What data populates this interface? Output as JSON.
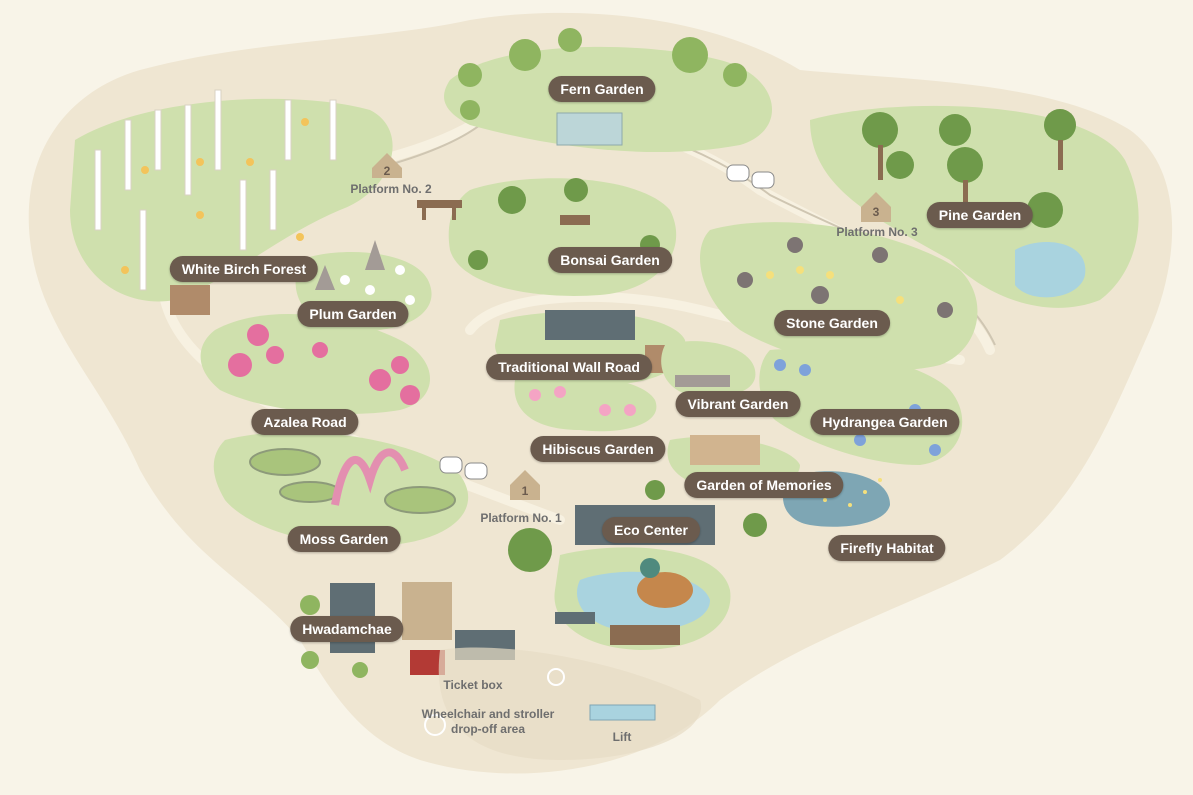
{
  "map": {
    "colors": {
      "background": "#f8f4e8",
      "ground": "#efe6d2",
      "garden": "#cfe0ad",
      "garden_dark": "#a9c47c",
      "tree": "#8fb560",
      "water": "#a9d3df",
      "label_bg": "#6b5b4e",
      "label_text": "#ffffff",
      "minor_text": "#6e6e6e"
    },
    "gardens": [
      {
        "id": "fern-garden",
        "label": "Fern Garden"
      },
      {
        "id": "pine-garden",
        "label": "Pine Garden"
      },
      {
        "id": "white-birch-forest",
        "label": "White Birch Forest"
      },
      {
        "id": "bonsai-garden",
        "label": "Bonsai Garden"
      },
      {
        "id": "plum-garden",
        "label": "Plum Garden"
      },
      {
        "id": "stone-garden",
        "label": "Stone Garden"
      },
      {
        "id": "traditional-wall-road",
        "label": "Traditional Wall Road"
      },
      {
        "id": "vibrant-garden",
        "label": "Vibrant Garden"
      },
      {
        "id": "azalea-road",
        "label": "Azalea Road"
      },
      {
        "id": "hydrangea-garden",
        "label": "Hydrangea Garden"
      },
      {
        "id": "hibiscus-garden",
        "label": "Hibiscus Garden"
      },
      {
        "id": "garden-of-memories",
        "label": "Garden of Memories"
      },
      {
        "id": "moss-garden",
        "label": "Moss Garden"
      },
      {
        "id": "eco-center",
        "label": "Eco Center"
      },
      {
        "id": "firefly-habitat",
        "label": "Firefly Habitat"
      },
      {
        "id": "hwadamchae",
        "label": "Hwadamchae"
      }
    ],
    "platforms": [
      {
        "id": "platform-2",
        "label": "Platform No. 2",
        "number": "2"
      },
      {
        "id": "platform-3",
        "label": "Platform No. 3",
        "number": "3"
      },
      {
        "id": "platform-1",
        "label": "Platform No. 1",
        "number": "1"
      }
    ],
    "facilities": {
      "ticket_box": "Ticket box",
      "dropoff": "Wheelchair and stroller\ndrop-off area",
      "lift": "Lift"
    }
  }
}
